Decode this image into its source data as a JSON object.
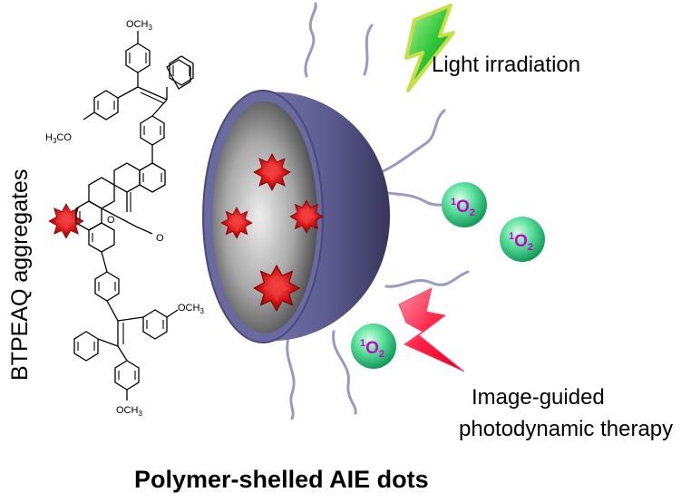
{
  "labels": {
    "vertical_title": "BTPEAQ aggregates",
    "light": "Light irradiation",
    "therapy_line1": "Image-guided",
    "therapy_line2": "photodynamic therapy",
    "caption": "Polymer-shelled AIE dots"
  },
  "chem_labels": {
    "methoxy_top": "OCH",
    "methoxy_top_sub": "3",
    "methoxy_left_pre": "H",
    "methoxy_left_sub": "3",
    "methoxy_left_post": "CO",
    "methoxy_right": "OCH",
    "methoxy_right_sub": "3",
    "methoxy_bottom": "OCH",
    "methoxy_bottom_sub": "3",
    "oxygen_1": "O",
    "oxygen_2": "O"
  },
  "singlet_oxygen": {
    "prefix": "1",
    "symbol": "O",
    "subscript": "2"
  },
  "colors": {
    "shell": "#5e5d93",
    "core_light": "#e6e6e6",
    "core_dark": "#4a4a4a",
    "aggregate_red": "#d41414",
    "bolt_green": "#28c22d",
    "bolt_red": "#ff1f44",
    "sphere_green": "#3ed58b",
    "oxygen_text": "#cc00cc",
    "tail": "#9a98c4"
  }
}
